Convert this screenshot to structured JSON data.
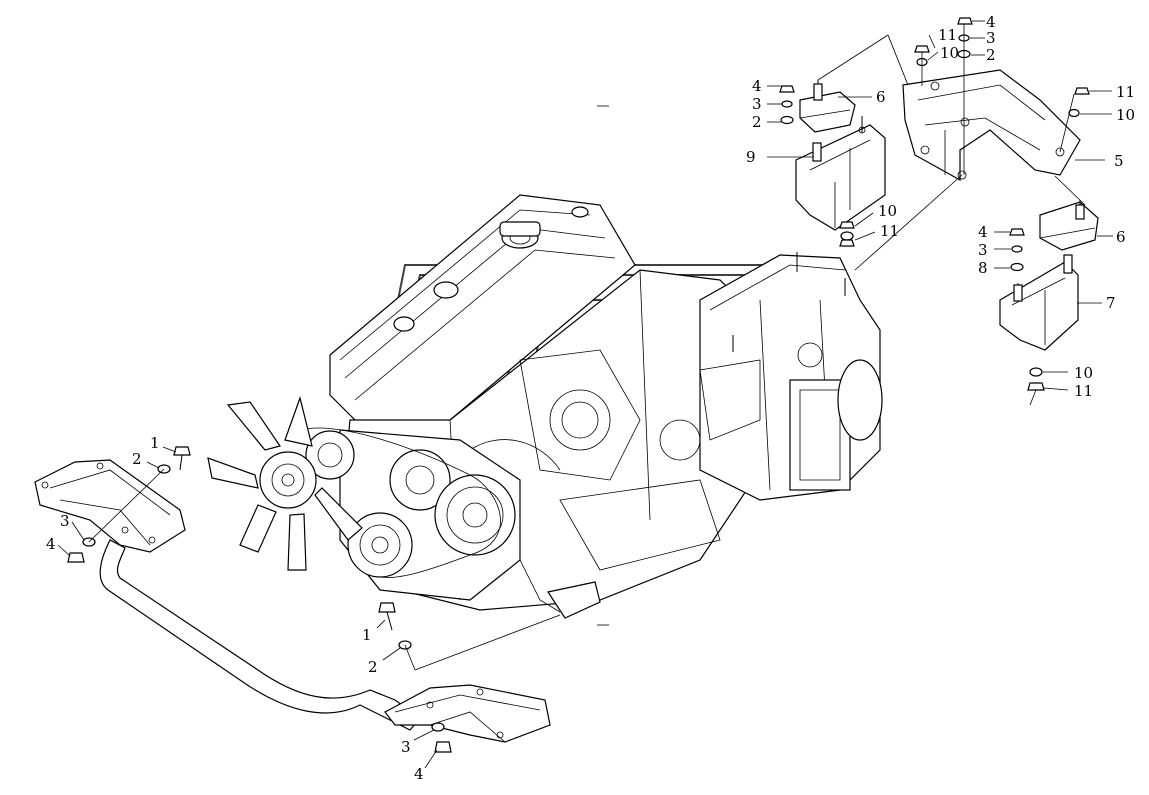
{
  "diagram": {
    "labels": {
      "top_right_upper": {
        "n11": "11",
        "n4": "4",
        "n3": "3",
        "n10": "10",
        "n2": "2"
      },
      "top_center_left": {
        "n4": "4",
        "n3": "3",
        "n2": "2",
        "n9": "9",
        "n6": "6",
        "n10": "10",
        "n11": "11"
      },
      "top_right": {
        "n11": "11",
        "n10": "10",
        "n5": "5"
      },
      "right_middle": {
        "n4": "4",
        "n3": "3",
        "n8": "8",
        "n6": "6",
        "n7": "7",
        "n10": "10",
        "n11": "11"
      },
      "left_front": {
        "n1": "1",
        "n2": "2",
        "n3": "3",
        "n4": "4"
      },
      "bottom_center": {
        "n1": "1",
        "n2": "2",
        "n3": "3",
        "n4": "4"
      }
    }
  }
}
